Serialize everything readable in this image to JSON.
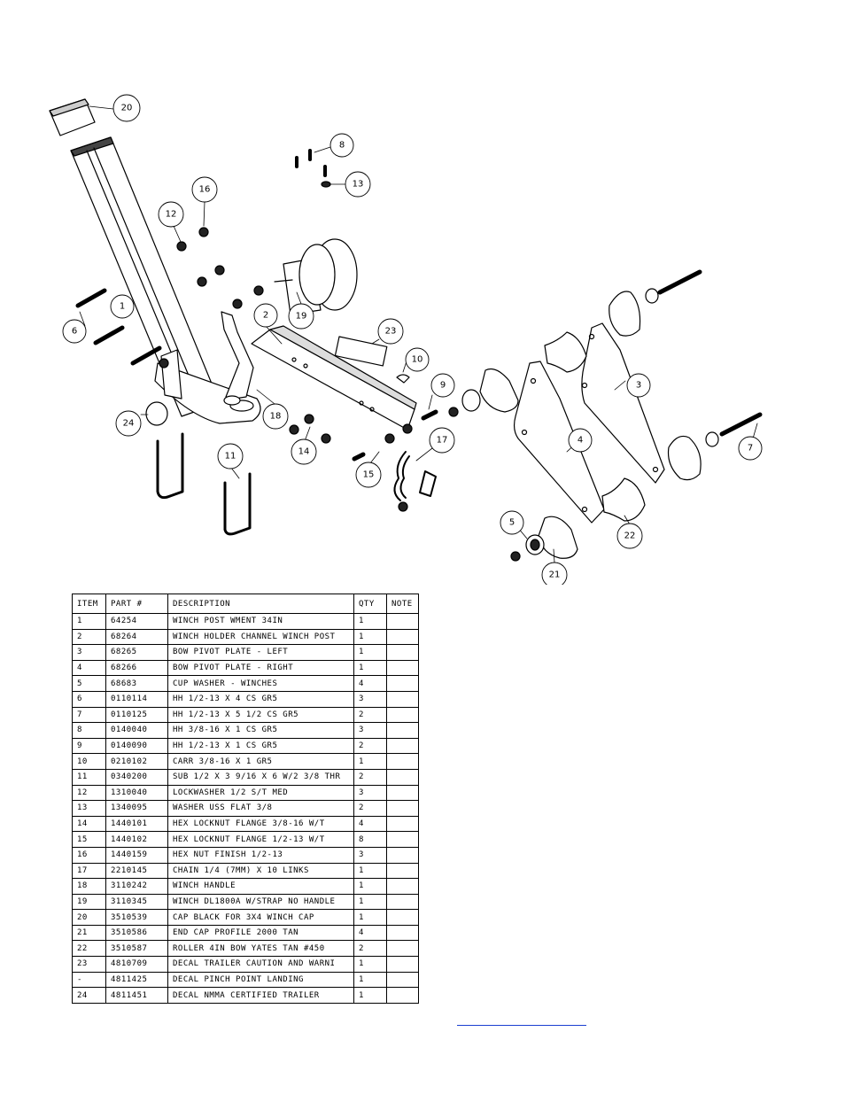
{
  "callouts": [
    "1",
    "2",
    "3",
    "4",
    "5",
    "6",
    "7",
    "8",
    "9",
    "10",
    "11",
    "12",
    "13",
    "14",
    "15",
    "16",
    "17",
    "18",
    "19",
    "20",
    "21",
    "22",
    "23",
    "24"
  ],
  "table": {
    "headers": [
      "ITEM",
      "PART #",
      "DESCRIPTION",
      "QTY",
      "NOTE"
    ],
    "rows": [
      [
        "1",
        "64254",
        "WINCH POST WMENT  34IN",
        "1",
        ""
      ],
      [
        "2",
        "68264",
        "WINCH HOLDER CHANNEL WINCH POST",
        "1",
        ""
      ],
      [
        "3",
        "68265",
        "BOW PIVOT PLATE - LEFT",
        "1",
        ""
      ],
      [
        "4",
        "68266",
        "BOW PIVOT PLATE - RIGHT",
        "1",
        ""
      ],
      [
        "5",
        "68683",
        "CUP WASHER - WINCHES",
        "4",
        ""
      ],
      [
        "6",
        "0110114",
        "HH 1/2-13 X 4 CS GR5",
        "3",
        ""
      ],
      [
        "7",
        "0110125",
        "HH 1/2-13 X 5 1/2 CS GR5",
        "2",
        ""
      ],
      [
        "8",
        "0140040",
        "HH 3/8-16 X 1 CS GR5",
        "3",
        ""
      ],
      [
        "9",
        "0140090",
        "HH 1/2-13 X 1 CS GR5",
        "2",
        ""
      ],
      [
        "10",
        "0210102",
        "CARR 3/8-16 X 1 GR5",
        "1",
        ""
      ],
      [
        "11",
        "0340200",
        "SUB 1/2 X 3 9/16 X 6 W/2 3/8 THR",
        "2",
        ""
      ],
      [
        "12",
        "1310040",
        "LOCKWASHER 1/2 S/T MED",
        "3",
        ""
      ],
      [
        "13",
        "1340095",
        "WASHER USS FLAT 3/8",
        "2",
        ""
      ],
      [
        "14",
        "1440101",
        "HEX LOCKNUT FLANGE 3/8-16 W/T",
        "4",
        ""
      ],
      [
        "15",
        "1440102",
        "HEX LOCKNUT FLANGE 1/2-13 W/T",
        "8",
        ""
      ],
      [
        "16",
        "1440159",
        "HEX NUT FINISH 1/2-13",
        "3",
        ""
      ],
      [
        "17",
        "2210145",
        "CHAIN 1/4 (7MM) X 10 LINKS",
        "1",
        ""
      ],
      [
        "18",
        "3110242",
        "WINCH HANDLE",
        "1",
        ""
      ],
      [
        "19",
        "3110345",
        "WINCH DL1800A W/STRAP  NO HANDLE",
        "1",
        ""
      ],
      [
        "20",
        "3510539",
        "CAP BLACK FOR 3X4 WINCH CAP",
        "1",
        ""
      ],
      [
        "21",
        "3510586",
        "END CAP PROFILE 2000 TAN",
        "4",
        ""
      ],
      [
        "22",
        "3510587",
        "ROLLER 4IN BOW YATES TAN #450",
        "2",
        ""
      ],
      [
        "23",
        "4810709",
        "DECAL TRAILER CAUTION AND WARNI",
        "1",
        ""
      ],
      [
        "-",
        "4811425",
        "DECAL PINCH POINT LANDING",
        "1",
        ""
      ],
      [
        "24",
        "4811451",
        "DECAL NMMA CERTIFIED TRAILER",
        "1",
        ""
      ]
    ]
  },
  "colors": {
    "line": "#000000",
    "link": "#1a3fd0"
  }
}
